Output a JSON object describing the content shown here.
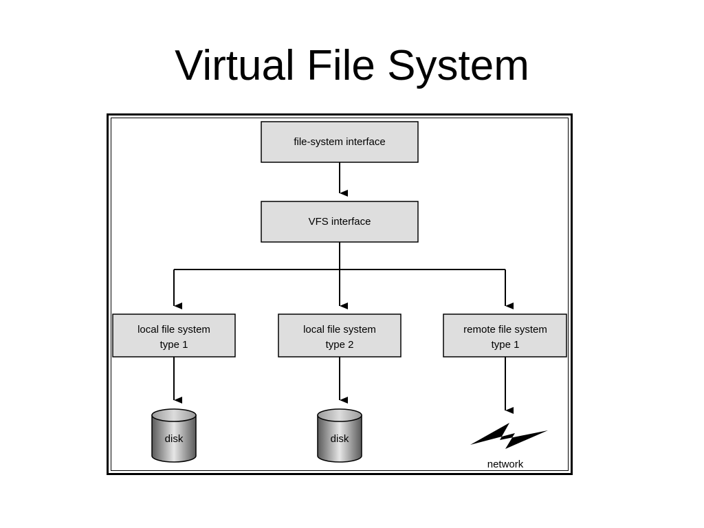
{
  "slide": {
    "title": "Virtual File System"
  },
  "diagram": {
    "nodes": {
      "fs_interface": {
        "label": "file-system interface"
      },
      "vfs_interface": {
        "label": "VFS interface"
      },
      "local_fs_1": {
        "line1": "local file system",
        "line2": "type 1"
      },
      "local_fs_2": {
        "line1": "local file system",
        "line2": "type 2"
      },
      "remote_fs_1": {
        "line1": "remote file system",
        "line2": "type 1"
      },
      "disk_1": {
        "label": "disk"
      },
      "disk_2": {
        "label": "disk"
      },
      "network": {
        "label": "network"
      }
    },
    "colors": {
      "box_fill": "#dedede",
      "stroke": "#000000",
      "background": "#ffffff"
    },
    "icons": {
      "disk": "disk-cylinder-icon",
      "network": "lightning-bolt-icon"
    }
  }
}
